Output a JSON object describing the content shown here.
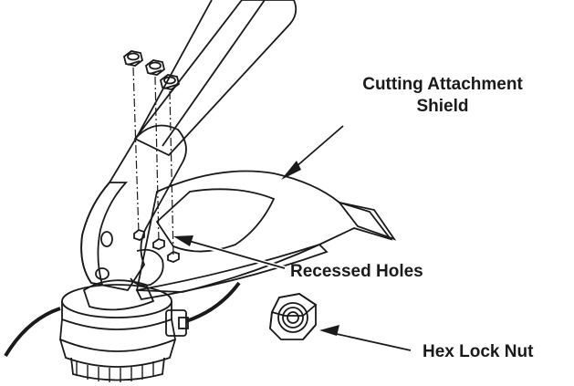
{
  "labels": {
    "shield_line1": "Cutting Attachment",
    "shield_line2": "Shield",
    "recessed_holes": "Recessed Holes",
    "hex_lock_nut": "Hex Lock Nut"
  },
  "colors": {
    "ink": "#1a1a1a",
    "shield_light": "#a6a6a6",
    "shield_mid": "#8c8c8c",
    "shield_dark": "#6f6f6f",
    "head_light": "#e8e8e8",
    "background": "#ffffff"
  }
}
